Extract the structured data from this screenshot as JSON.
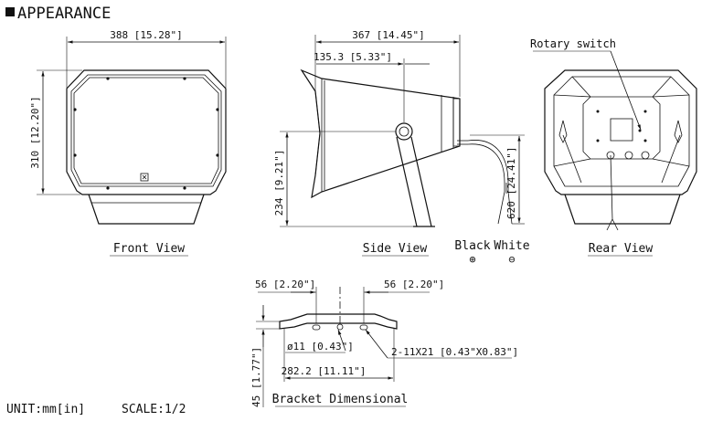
{
  "section_title": "APPEARANCE",
  "front_view": {
    "caption": "Front View",
    "width_dim": "388 [15.28\"]",
    "height_dim": "310 [12.20\"]"
  },
  "side_view": {
    "caption": "Side View",
    "depth_dim": "367 [14.45\"]",
    "inner_dim": "135.3 [5.33\"]",
    "height_dim": "234 [9.21\"]",
    "cable_dim": "620 [24.41\"]",
    "wire_black": "Black",
    "wire_white": "White",
    "plus_symbol": "⊕",
    "minus_symbol": "⊖"
  },
  "rear_view": {
    "caption": "Rear View",
    "rotary_label": "Rotary switch"
  },
  "bracket": {
    "caption": "Bracket Dimensional",
    "left_dim": "56 [2.20\"]",
    "right_dim": "56 [2.20\"]",
    "hole_dim": "ø11 [0.43\"]",
    "slot_dim": "2-11X21 [0.43\"X0.83\"]",
    "span_dim": "282.2 [11.11\"]",
    "height_dim": "45 [1.77\"]"
  },
  "footer": {
    "unit": "UNIT:mm[in]",
    "scale": "SCALE:1/2"
  }
}
